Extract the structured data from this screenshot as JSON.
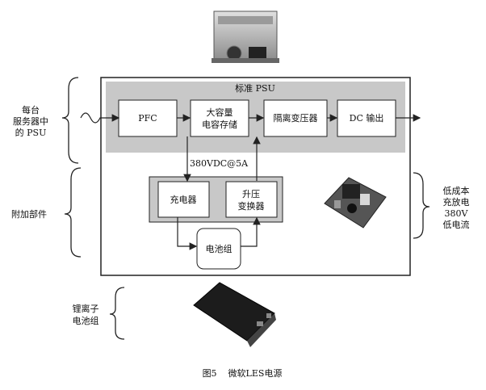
{
  "psu_title": "标准 PSU",
  "blocks": {
    "pfc": "PFC",
    "bulk": [
      "大容量",
      "电容存储"
    ],
    "isolation": "隔离变压器",
    "dc_out": "DC 输出",
    "charger": "充电器",
    "boost": [
      "升压",
      "变换器"
    ],
    "battery": "电池组"
  },
  "bus_label": "380VDC@5A",
  "left_labels": {
    "server_psu": [
      "每台",
      "服务器中",
      "的 PSU"
    ],
    "addon": "附加部件",
    "li_battery": [
      "锂离子",
      "电池组"
    ]
  },
  "right_label": [
    "低成本",
    "充放电",
    "380V",
    "低电流"
  ],
  "caption": "图5    微软LES电源",
  "colors": {
    "psu_band": "#c8c8c8",
    "border": "#222222"
  }
}
